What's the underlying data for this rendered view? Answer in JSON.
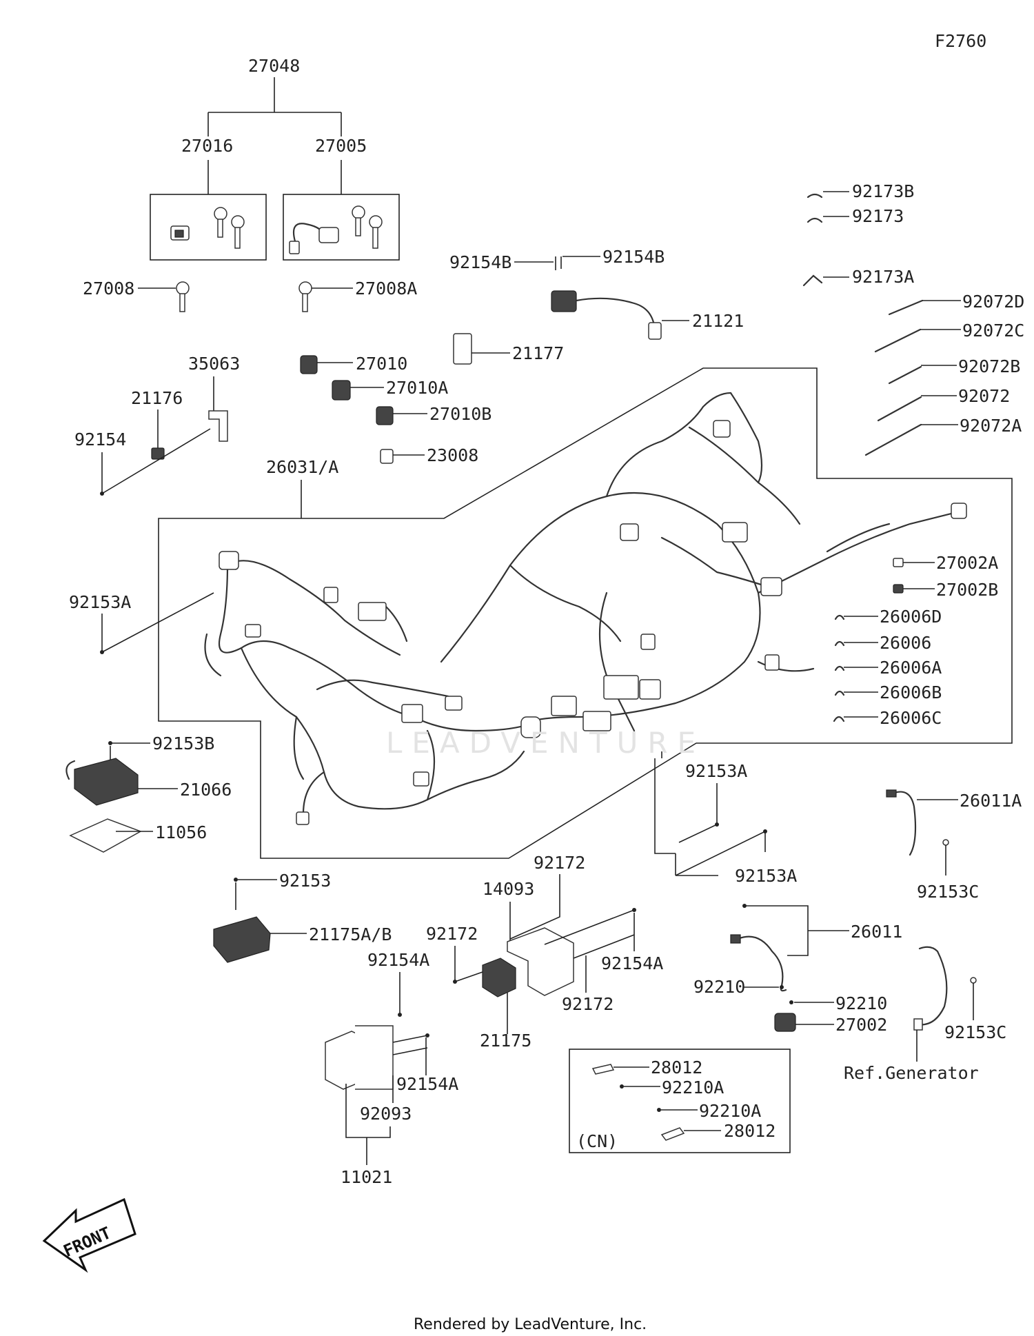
{
  "diagram_id": "F2760",
  "footer": "Rendered by LeadVenture, Inc.",
  "front_label": "FRONT",
  "cn_label": "(CN)",
  "watermark": "LEADVENTURE",
  "parts": {
    "p27048": "27048",
    "p27016": "27016",
    "p27005": "27005",
    "p27008": "27008",
    "p27008A": "27008A",
    "p35063": "35063",
    "p21176": "21176",
    "p92154": "92154",
    "p27010": "27010",
    "p27010A": "27010A",
    "p27010B": "27010B",
    "p23008": "23008",
    "p21177": "21177",
    "p92154B_l": "92154B",
    "p92154B_r": "92154B",
    "p21121": "21121",
    "p92173B": "92173B",
    "p92173": "92173",
    "p92173A": "92173A",
    "p92072D": "92072D",
    "p92072C": "92072C",
    "p92072B": "92072B",
    "p92072": "92072",
    "p92072A": "92072A",
    "p26031A": "26031/A",
    "p92153A_1": "92153A",
    "p27002A": "27002A",
    "p27002B": "27002B",
    "p26006D": "26006D",
    "p26006": "26006",
    "p26006A": "26006A",
    "p26006B": "26006B",
    "p26006C": "26006C",
    "p92153B": "92153B",
    "p21066": "21066",
    "p11056": "11056",
    "p92153A_2": "92153A",
    "p92153A_3": "92153A",
    "p26011A": "26011A",
    "p92153C_1": "92153C",
    "p92153": "92153",
    "p21175AB": "21175A/B",
    "p92172_a": "92172",
    "p14093": "14093",
    "p92172_b": "92172",
    "p92154A_r": "92154A",
    "p92172_c": "92172",
    "p21175": "21175",
    "p92154A_a": "92154A",
    "p92154A_b": "92154A",
    "p92093": "92093",
    "p11021": "11021",
    "p26011": "26011",
    "p92210_l": "92210",
    "p92210_r": "92210",
    "p27002": "27002",
    "p92153C_2": "92153C",
    "pRefGen": "Ref.Generator",
    "p28012_a": "28012",
    "p92210A_a": "92210A",
    "p92210A_b": "92210A",
    "p28012_b": "28012"
  }
}
